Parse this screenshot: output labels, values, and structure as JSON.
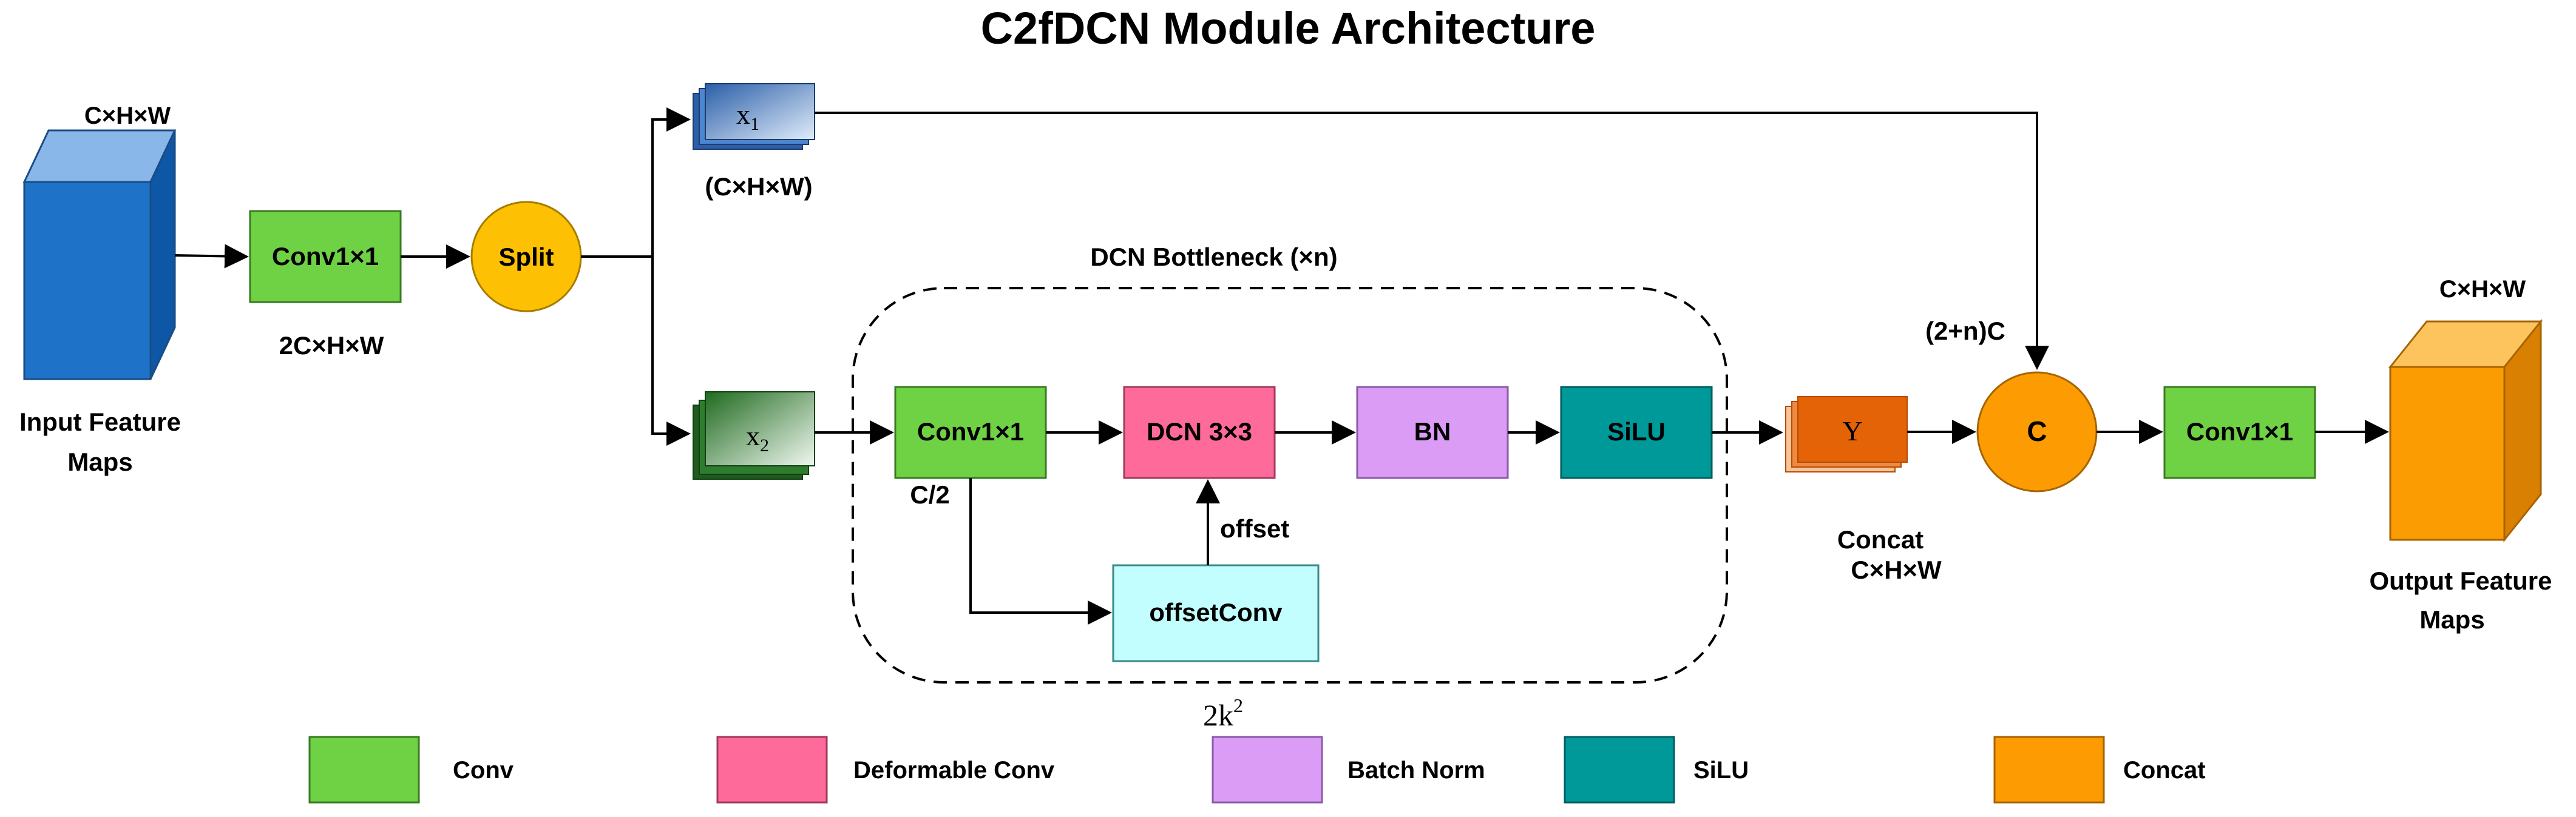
{
  "title": "C2fDCN Module Architecture",
  "input": {
    "dims": "C×H×W",
    "label_line1": "Input Feature",
    "label_line2": "Maps"
  },
  "conv_in": {
    "label": "Conv1×1",
    "dims": "2C×H×W"
  },
  "split": {
    "label": "Split"
  },
  "x1": {
    "label": "x",
    "sub": "1",
    "dims": "(C×H×W)"
  },
  "x2": {
    "label": "x",
    "sub": "2"
  },
  "bottleneck": {
    "title": "DCN Bottleneck (×n)",
    "conv_label": "Conv1×1",
    "conv_dims": "C/2",
    "dcn_label": "DCN 3×3",
    "bn_label": "BN",
    "silu_label": "SiLU",
    "offset_conv_label": "offsetConv",
    "offset_label": "offset",
    "kernel_label": "2k",
    "kernel_sup": "2"
  },
  "y": {
    "label": "Y",
    "caption_line1": "Concat",
    "caption_line2": "C×H×W"
  },
  "concat": {
    "label": "C",
    "dims": "(2+n)C"
  },
  "conv_out": {
    "label": "Conv1×1"
  },
  "output": {
    "dims": "C×H×W",
    "label_line1": "Output Feature",
    "label_line2": "Maps"
  },
  "legend": [
    {
      "label": "Conv",
      "color": "#6fd244"
    },
    {
      "label": "Deformable Conv",
      "color": "#fe6b9a"
    },
    {
      "label": "Batch Norm",
      "color": "#da9cf5"
    },
    {
      "label": "SiLU",
      "color": "#00999a"
    },
    {
      "label": "Concat",
      "color": "#fd9b02"
    }
  ],
  "colors": {
    "conv": "#6fd244",
    "dcn": "#fe6b9a",
    "bn": "#da9cf5",
    "silu": "#00999a",
    "offset_conv": "#c2fefe",
    "split": "#fec002",
    "concat": "#fd9b02",
    "input_cube": "#1e73c9",
    "output_cube": "#fb9c03",
    "x1_block": "#3d7cc7",
    "x2_block": "#2e7d2e",
    "y_block": "#e46306"
  }
}
